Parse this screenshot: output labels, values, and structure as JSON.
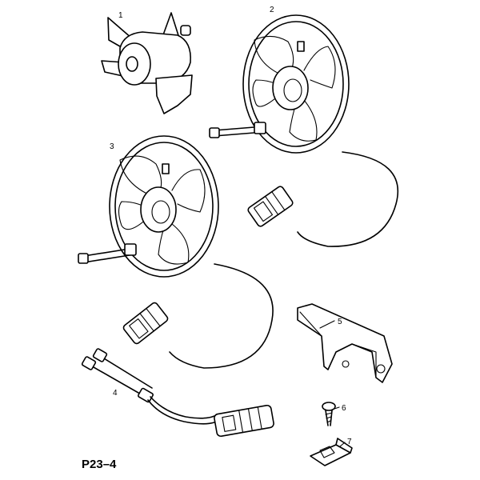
{
  "diagram": {
    "page_reference": "P23–4",
    "callouts": [
      {
        "id": "1",
        "label": "1"
      },
      {
        "id": "2",
        "label": "2"
      },
      {
        "id": "3",
        "label": "3"
      },
      {
        "id": "4",
        "label": "4"
      },
      {
        "id": "5",
        "label": "5"
      },
      {
        "id": "6",
        "label": "6"
      },
      {
        "id": "7",
        "label": "7"
      }
    ]
  }
}
